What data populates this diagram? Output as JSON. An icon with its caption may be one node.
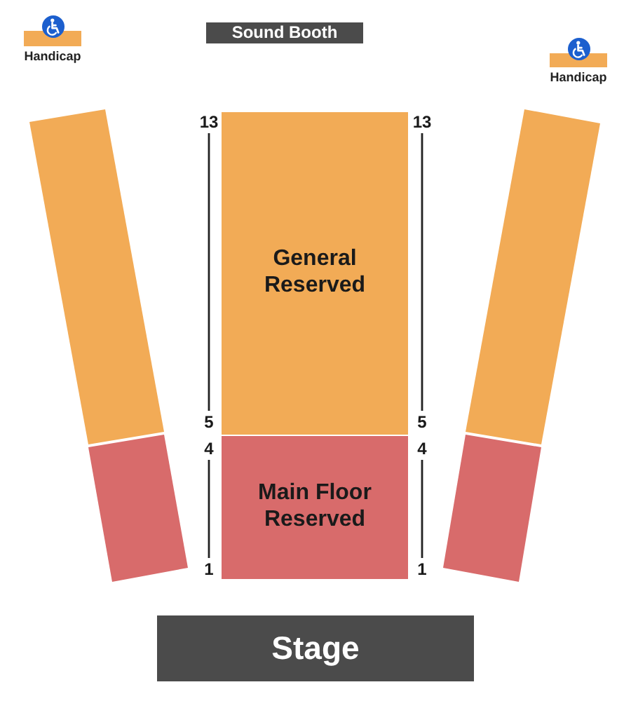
{
  "diagram": {
    "nodes": [
      {
        "text": [
          "Sound Booth"
        ]
      },
      {
        "text": [
          "Handicap"
        ]
      },
      {
        "text": [
          "Handicap"
        ]
      },
      {
        "text": [],
        "shape": "box"
      },
      {
        "text": [
          "General Reserved"
        ]
      },
      {
        "text": [],
        "shape": "box"
      },
      {
        "text": [
          "Main Floor Reserved"
        ]
      },
      {
        "text": [],
        "shape": "box"
      },
      {
        "text": [],
        "shape": "box"
      },
      {
        "text": [
          "Stage"
        ]
      }
    ],
    "labels": [
      "13",
      "13",
      "5",
      "5",
      "4",
      "4",
      "1",
      "1"
    ]
  }
}
